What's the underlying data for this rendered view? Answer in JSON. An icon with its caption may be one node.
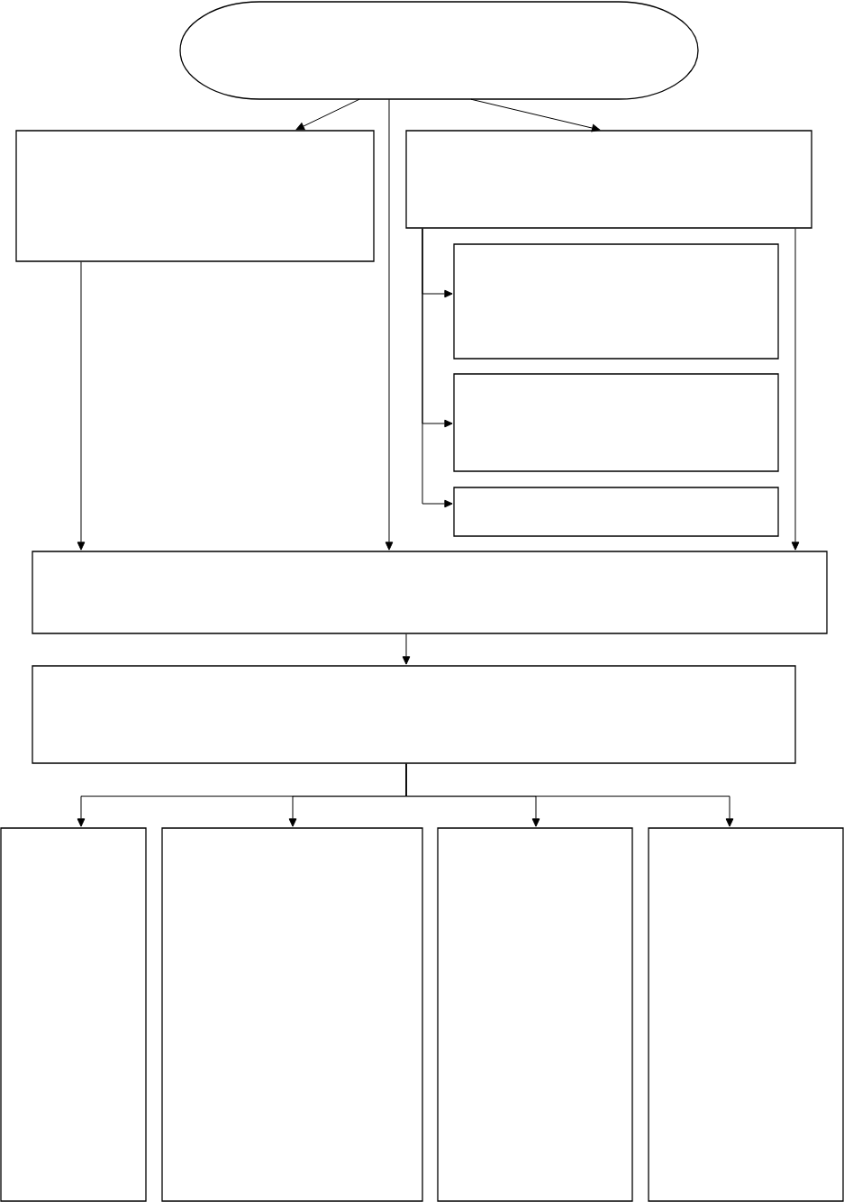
{
  "diagram": {
    "nodes": [
      {
        "text": [],
        "shape": "oval"
      },
      {
        "text": [],
        "shape": "box"
      },
      {
        "text": [],
        "shape": "box"
      },
      {
        "text": [],
        "shape": "box"
      },
      {
        "text": [],
        "shape": "box"
      },
      {
        "text": [],
        "shape": "box"
      },
      {
        "text": [],
        "shape": "box"
      },
      {
        "text": [],
        "shape": "box"
      },
      {
        "text": [],
        "shape": "box"
      },
      {
        "text": [],
        "shape": "box"
      },
      {
        "text": [],
        "shape": "box"
      },
      {
        "text": [],
        "shape": "box"
      }
    ],
    "edges": [
      {
        "from": 0,
        "to": 1,
        "arrow": "to"
      },
      {
        "from": 0,
        "to": 6,
        "arrow": "to"
      },
      {
        "from": 0,
        "to": 2,
        "arrow": "to"
      },
      {
        "from": 1,
        "to": 6,
        "arrow": "to"
      },
      {
        "from": 2,
        "to": 3,
        "arrow": "to"
      },
      {
        "from": 2,
        "to": 4,
        "arrow": "to"
      },
      {
        "from": 2,
        "to": 5,
        "arrow": "to"
      },
      {
        "from": 2,
        "to": 6,
        "arrow": "to"
      },
      {
        "from": 6,
        "to": 7,
        "arrow": "to"
      },
      {
        "from": 7,
        "to": 8,
        "arrow": "to"
      },
      {
        "from": 7,
        "to": 9,
        "arrow": "to"
      },
      {
        "from": 7,
        "to": 10,
        "arrow": "to"
      },
      {
        "from": 7,
        "to": 11,
        "arrow": "to"
      }
    ]
  }
}
